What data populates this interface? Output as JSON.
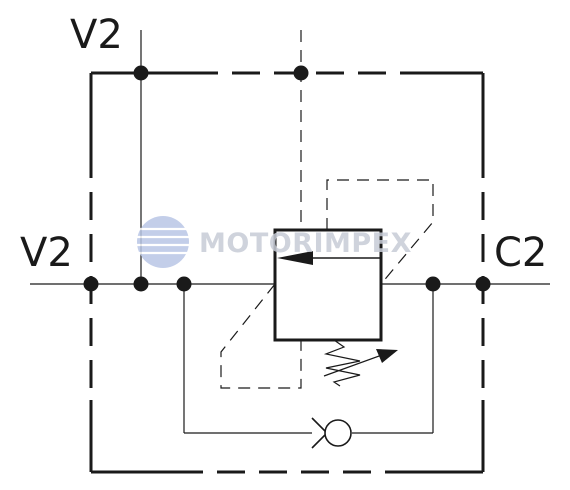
{
  "ports": {
    "top_left": "V2",
    "left": "V2",
    "right": "C2"
  },
  "watermark": {
    "text": "MOTORIMPEX",
    "color": "#c7ccd6",
    "logo_color": "#b9c6e6",
    "icon": "globe-logo-icon"
  },
  "colors": {
    "line": "#1a1a1a",
    "background": "#ffffff"
  },
  "symbols": {
    "valve": "pressure-valve-icon",
    "check_valve": "check-valve-icon",
    "spring": "adjustable-spring-icon"
  }
}
